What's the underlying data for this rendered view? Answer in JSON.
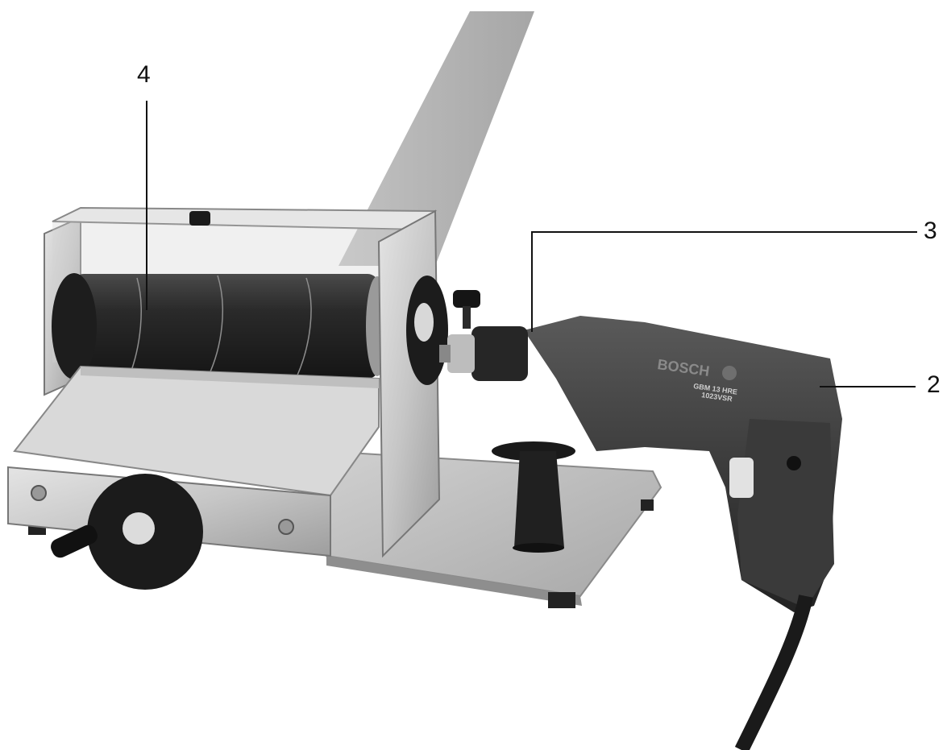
{
  "figure": {
    "callouts": [
      {
        "id": "4",
        "label": "4"
      },
      {
        "id": "3",
        "label": "3"
      },
      {
        "id": "2",
        "label": "2"
      }
    ],
    "drill_brand": "BOSCH",
    "drill_model_line1": "GBM 13 HRE",
    "drill_model_line2": "1023VSR"
  }
}
